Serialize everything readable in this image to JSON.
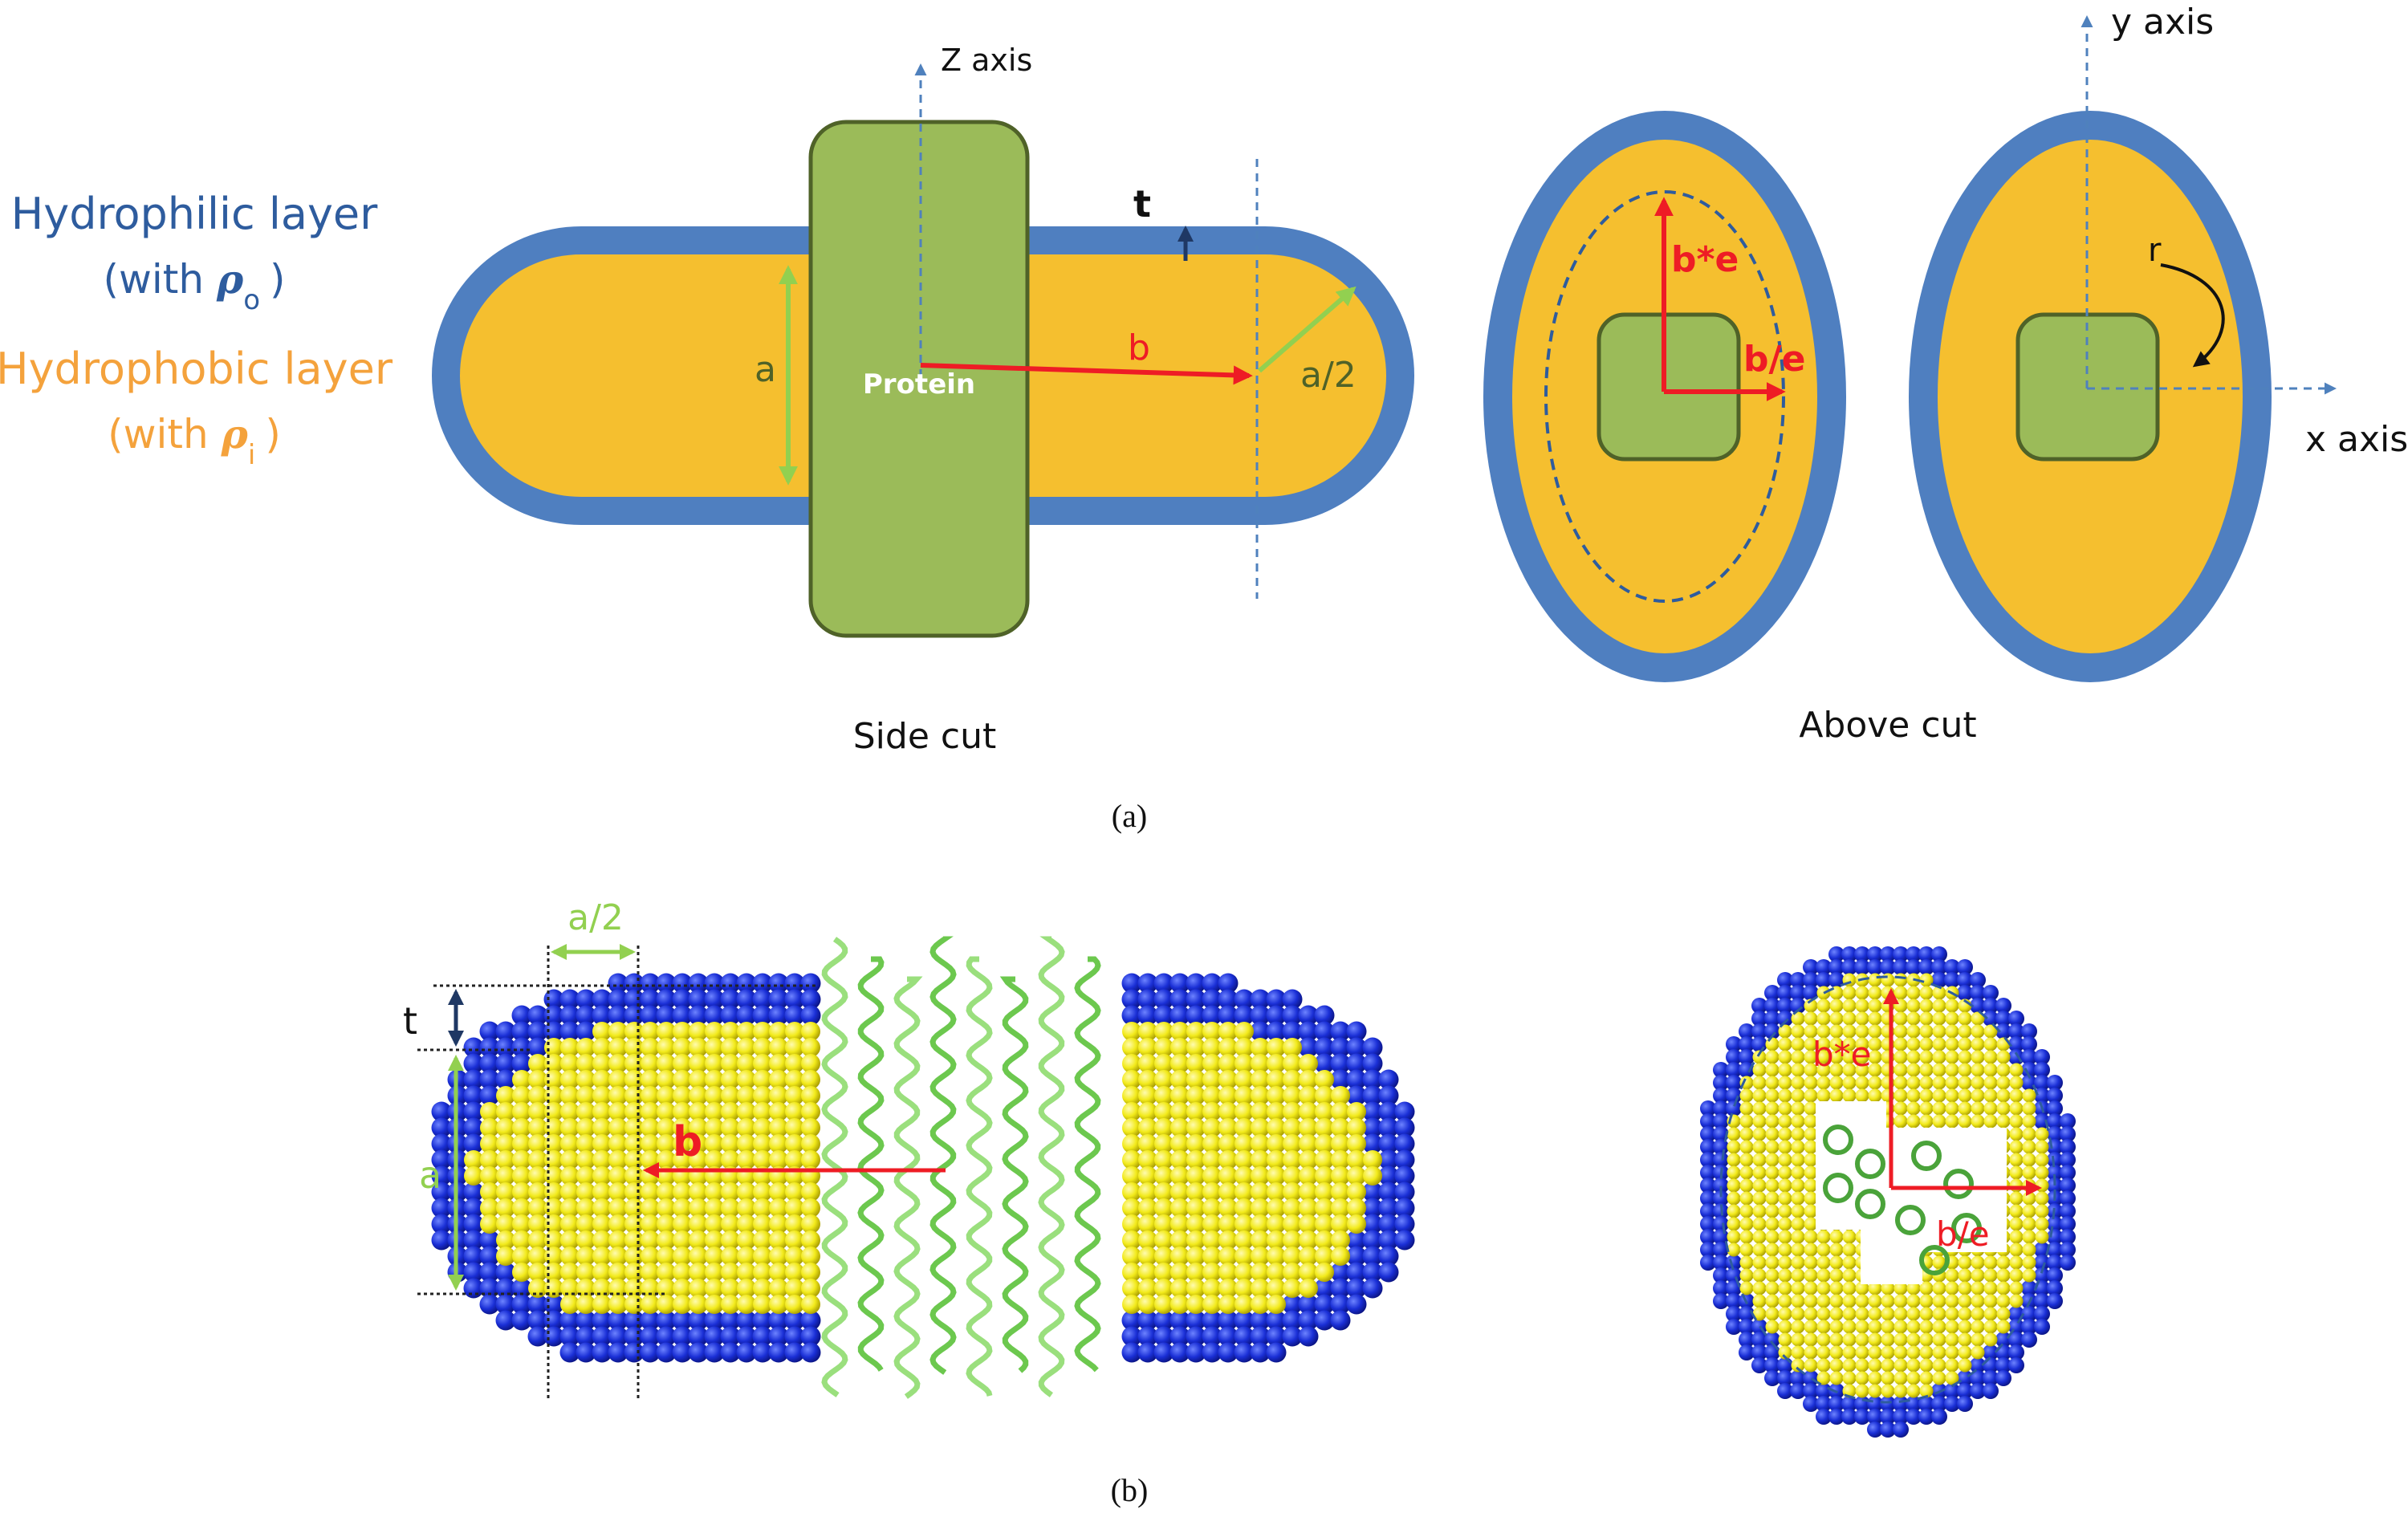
{
  "colors": {
    "hydrophilic": "#4f7fc0",
    "hydrophobic": "#f5bf2f",
    "protein": "#9bbb59",
    "protein_edge": "#4f6228",
    "arrow_red": "#ee1c25",
    "arrow_green": "#92d050",
    "arrow_navy": "#1f3864",
    "axis_blue": "#4f81bd",
    "bead_blue": "#1a2fd6",
    "bead_yellow": "#f2ea1a",
    "helix_green": "#5cc23b"
  },
  "legend": {
    "hydrophilic_title": "Hydrophilic layer",
    "hydrophilic_sub": "(with ",
    "hydrophilic_symbol": "ρ",
    "hydrophilic_subscript": "o",
    "hydrophobic_title": "Hydrophobic layer",
    "hydrophobic_sub": "(with ",
    "hydrophobic_symbol": "ρ",
    "hydrophobic_subscript": "i",
    "close_paren": ")"
  },
  "panel_a": {
    "z_axis": "Z axis",
    "y_axis": "y axis",
    "x_axis": "x axis",
    "t_label": "t",
    "a_label": "a",
    "b_label": "b",
    "a_half_label": "a/2",
    "protein_label": "Protein",
    "be_star_label": "b*e",
    "b_over_e_label": "b/e",
    "r_label": "r",
    "side_cut_caption": "Side cut",
    "above_cut_caption": "Above cut",
    "panel_caption": "(a)"
  },
  "panel_b": {
    "a_half_label": "a/2",
    "t_label": "t",
    "a_label": "a",
    "b_label": "b",
    "be_star_label": "b*e",
    "b_over_e_label": "b/e",
    "panel_caption": "(b)"
  }
}
